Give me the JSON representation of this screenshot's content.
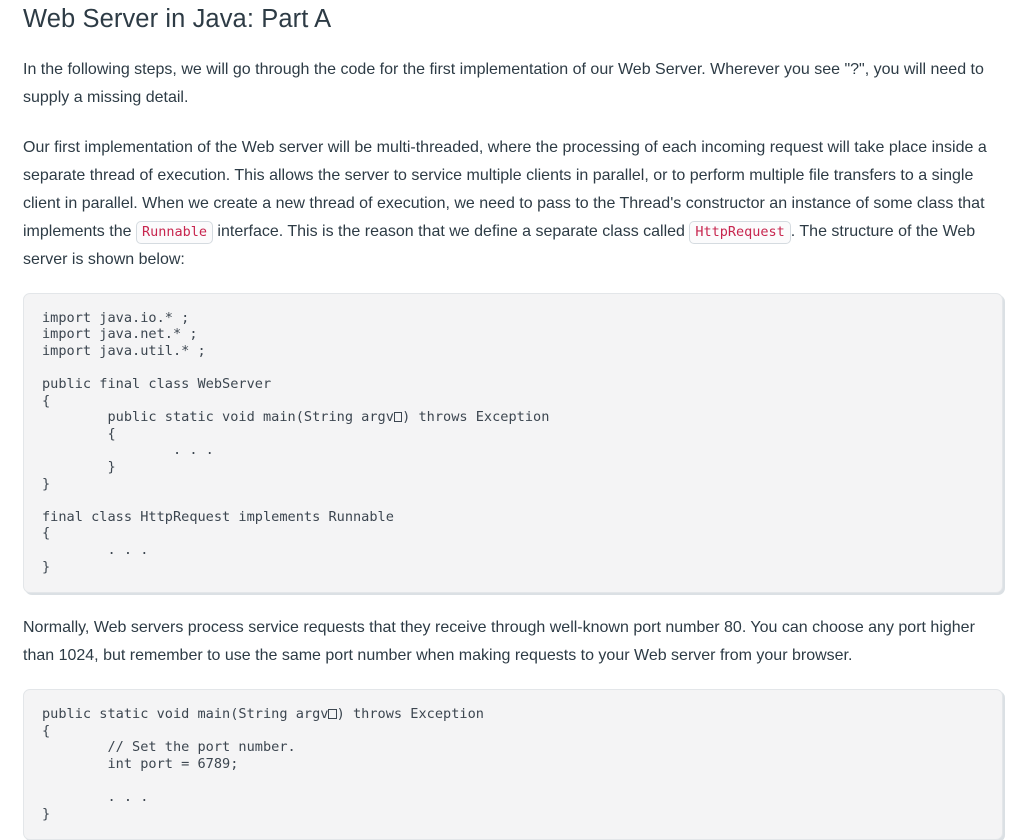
{
  "page": {
    "title": "Web Server in Java: Part A",
    "text_color": "#2d3b45",
    "background_color": "#ffffff",
    "inline_code_color": "#c7254e",
    "code_block_background": "#f4f4f5",
    "code_block_border": "#e3e6e9"
  },
  "paragraphs": {
    "intro": "In the following steps, we will go through the code for the first implementation of our Web Server. Wherever you see \"?\", you will need to supply a missing detail.",
    "overview_part1": "Our first implementation of the Web server will be multi-threaded, where the processing of each incoming request will take place inside a separate thread of execution. This allows the server to service multiple clients in parallel, or to perform multiple file transfers to a single client in parallel. When we create a new thread of execution, we need to pass to the Thread's constructor an instance of some class that implements the ",
    "inline_code_runnable": "Runnable",
    "overview_part2": " interface. This is the reason that we define a separate class called ",
    "inline_code_httprequest": "HttpRequest",
    "overview_part3": ". The structure of the Web server is shown below:",
    "ports": "Normally, Web servers process service requests that they receive through well-known port number 80. You can choose any port higher than 1024, but remember to use the same port number when making requests to your Web server from your browser."
  },
  "code_blocks": {
    "web_server_structure": {
      "line1": "import java.io.* ;",
      "line2": "import java.net.* ;",
      "line3": "import java.util.* ;",
      "line4": "",
      "line5": "public final class WebServer",
      "line6": "{",
      "line7_a": "        public static void main(String argv",
      "line7_b": ") throws Exception",
      "line8": "        {",
      "line9": "                . . .",
      "line10": "        }",
      "line11": "}",
      "line12": "",
      "line13": "final class HttpRequest implements Runnable",
      "line14": "{",
      "line15": "        . . .",
      "line16": "}"
    },
    "main_port": {
      "line1_a": "public static void main(String argv",
      "line1_b": ") throws Exception",
      "line2": "{",
      "line3": "        // Set the port number.",
      "line4": "        int port = 6789;",
      "line5": "",
      "line6": "        . . .",
      "line7": "}"
    }
  }
}
